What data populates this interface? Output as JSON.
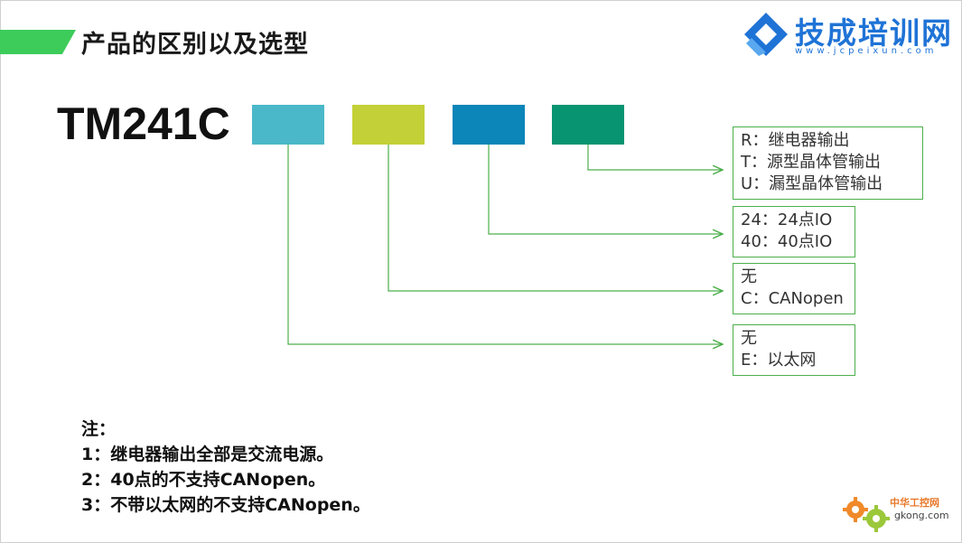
{
  "header": {
    "title": "产品的区别以及选型"
  },
  "logo": {
    "name": "技成培训网",
    "url": "www.jcpeixun.com"
  },
  "model": "TM241C",
  "code_boxes": [
    {
      "color": "#4ab8c8"
    },
    {
      "color": "#c3d037"
    },
    {
      "color": "#0c85b8"
    },
    {
      "color": "#089471"
    }
  ],
  "options": [
    {
      "lines": [
        "R：继电器输出",
        "T：源型晶体管输出",
        "U：漏型晶体管输出"
      ]
    },
    {
      "lines": [
        "24：24点IO",
        "40：40点IO"
      ]
    },
    {
      "lines": [
        "无",
        "C：CANopen"
      ]
    },
    {
      "lines": [
        "无",
        "E：以太网"
      ]
    }
  ],
  "notes": {
    "heading": "注：",
    "items": [
      "1：继电器输出全部是交流电源。",
      "2：40点的不支持CANopen。",
      "3：不带以太网的不支持CANopen。"
    ]
  },
  "footer": {
    "name": "中华工控网",
    "url": "gkong.com"
  },
  "colors": {
    "accent": "#3dcc5a",
    "connector": "#4caf4c",
    "logo": "#1f73d6"
  }
}
